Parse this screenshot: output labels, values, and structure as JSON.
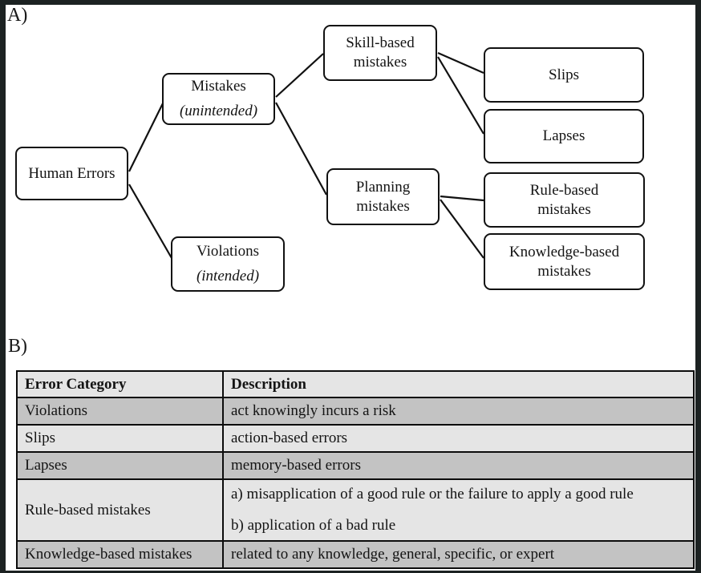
{
  "colors": {
    "frame": "#1c2222",
    "row_dark": "#c3c3c3",
    "row_light": "#e5e5e5",
    "line": "#111111"
  },
  "panel_a": {
    "label": "A)",
    "nodes": {
      "human_errors": {
        "line1": "Human Errors"
      },
      "mistakes": {
        "line1": "Mistakes",
        "line2": "(unintended)"
      },
      "violations": {
        "line1": "Violations",
        "line2": "(intended)"
      },
      "skill_based": {
        "line1": "Skill-based",
        "line2": "mistakes"
      },
      "planning": {
        "line1": "Planning",
        "line2": "mistakes"
      },
      "slips": {
        "line1": "Slips"
      },
      "lapses": {
        "line1": "Lapses"
      },
      "rule_based": {
        "line1": "Rule-based",
        "line2": "mistakes"
      },
      "knowledge_based": {
        "line1": "Knowledge-based",
        "line2": "mistakes"
      }
    },
    "edges": [
      [
        "human_errors",
        "mistakes"
      ],
      [
        "human_errors",
        "violations"
      ],
      [
        "mistakes",
        "skill_based"
      ],
      [
        "mistakes",
        "planning"
      ],
      [
        "skill_based",
        "slips"
      ],
      [
        "skill_based",
        "lapses"
      ],
      [
        "planning",
        "rule_based"
      ],
      [
        "planning",
        "knowledge_based"
      ]
    ],
    "connectors": [
      [
        154,
        208,
        196,
        123
      ],
      [
        154,
        224,
        207,
        316
      ],
      [
        337,
        115,
        396,
        61
      ],
      [
        337,
        122,
        400,
        237
      ],
      [
        539,
        60,
        596,
        85
      ],
      [
        539,
        65,
        596,
        161
      ],
      [
        542,
        239,
        596,
        244
      ],
      [
        542,
        243,
        596,
        316
      ]
    ]
  },
  "panel_b": {
    "label": "B)",
    "table": {
      "headers": [
        "Error Category",
        "Description"
      ],
      "rows": [
        {
          "category": "Violations",
          "descriptions": [
            "act knowingly incurs a risk"
          ],
          "shade": "dark"
        },
        {
          "category": "Slips",
          "descriptions": [
            "action-based errors"
          ],
          "shade": "light"
        },
        {
          "category": "Lapses",
          "descriptions": [
            "memory-based errors"
          ],
          "shade": "dark"
        },
        {
          "category": "Rule-based mistakes",
          "descriptions": [
            "a) misapplication of a good rule or the failure to apply a good rule",
            "b) application of a bad rule"
          ],
          "shade": "light"
        },
        {
          "category": "Knowledge-based mistakes",
          "descriptions": [
            "related to any knowledge, general, specific, or expert"
          ],
          "shade": "dark"
        }
      ]
    }
  }
}
